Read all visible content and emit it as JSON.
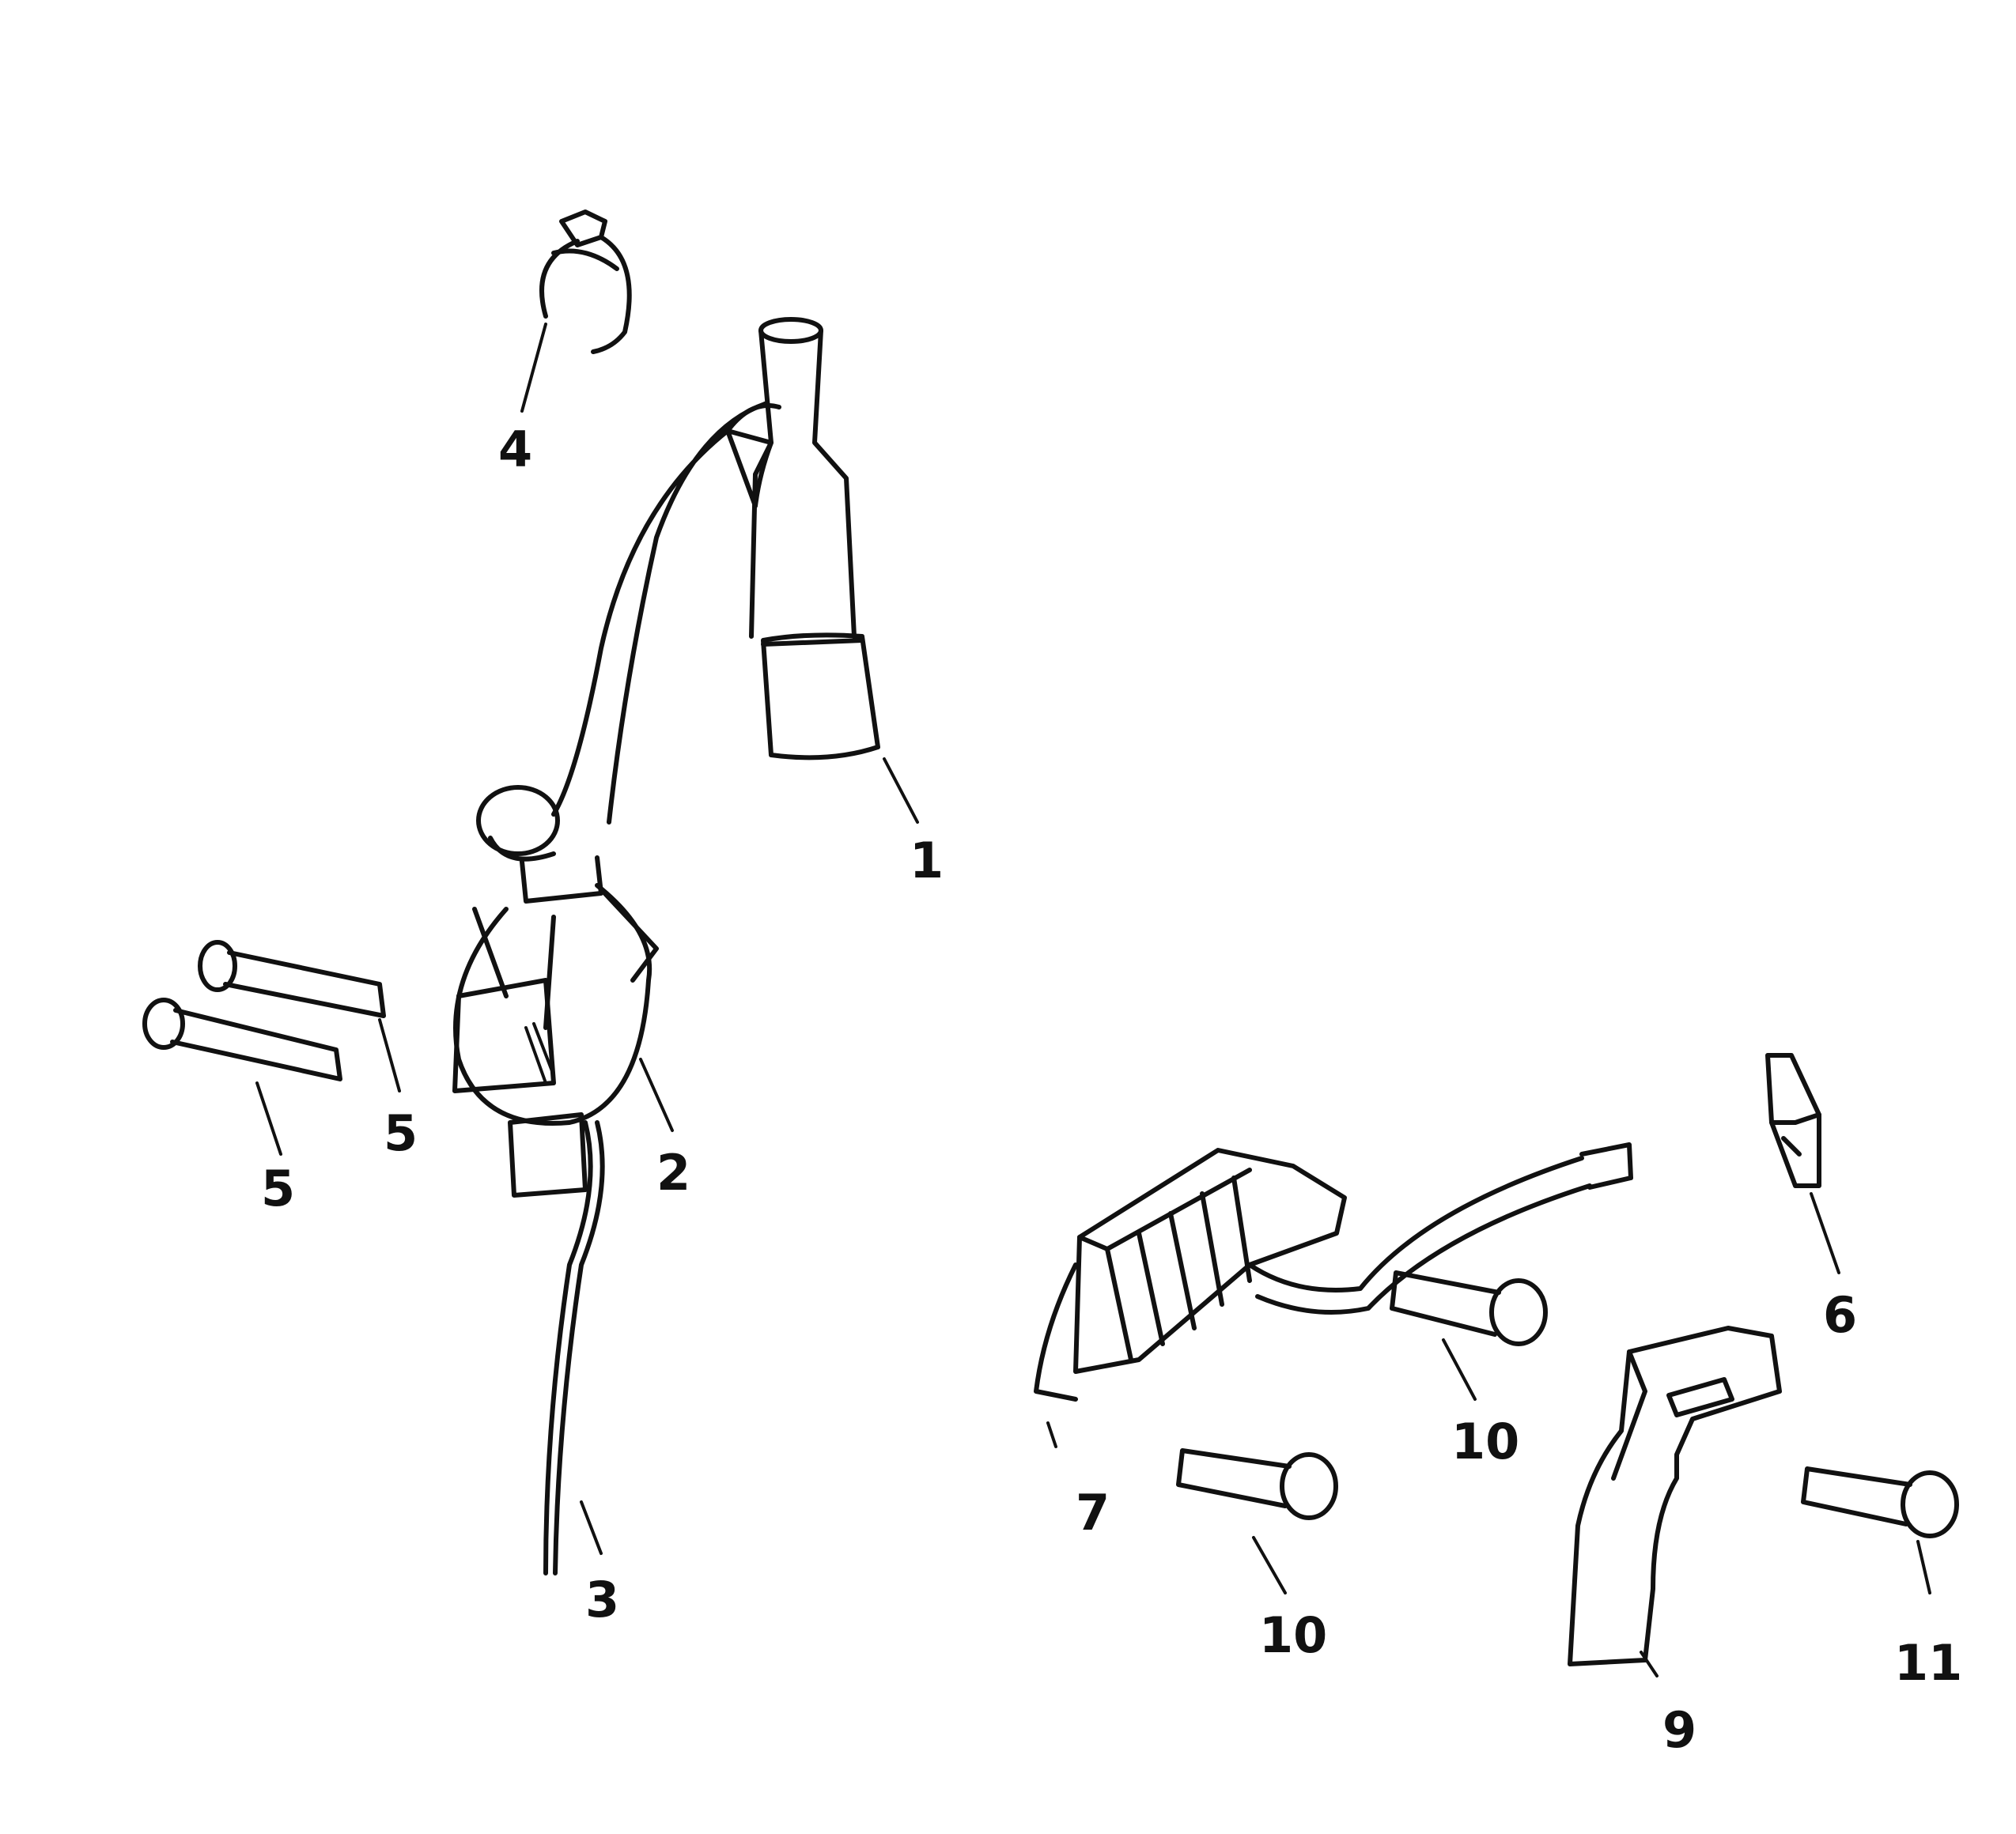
{
  "diagram": {
    "callouts": [
      {
        "id": "c1",
        "text": "1"
      },
      {
        "id": "c2",
        "text": "2"
      },
      {
        "id": "c3",
        "text": "3"
      },
      {
        "id": "c4",
        "text": "4"
      },
      {
        "id": "c5a",
        "text": "5"
      },
      {
        "id": "c5b",
        "text": "5"
      },
      {
        "id": "c6",
        "text": "6"
      },
      {
        "id": "c7",
        "text": "7"
      },
      {
        "id": "c9",
        "text": "9"
      },
      {
        "id": "c10a",
        "text": "10"
      },
      {
        "id": "c10b",
        "text": "10"
      },
      {
        "id": "c11",
        "text": "11"
      }
    ]
  }
}
